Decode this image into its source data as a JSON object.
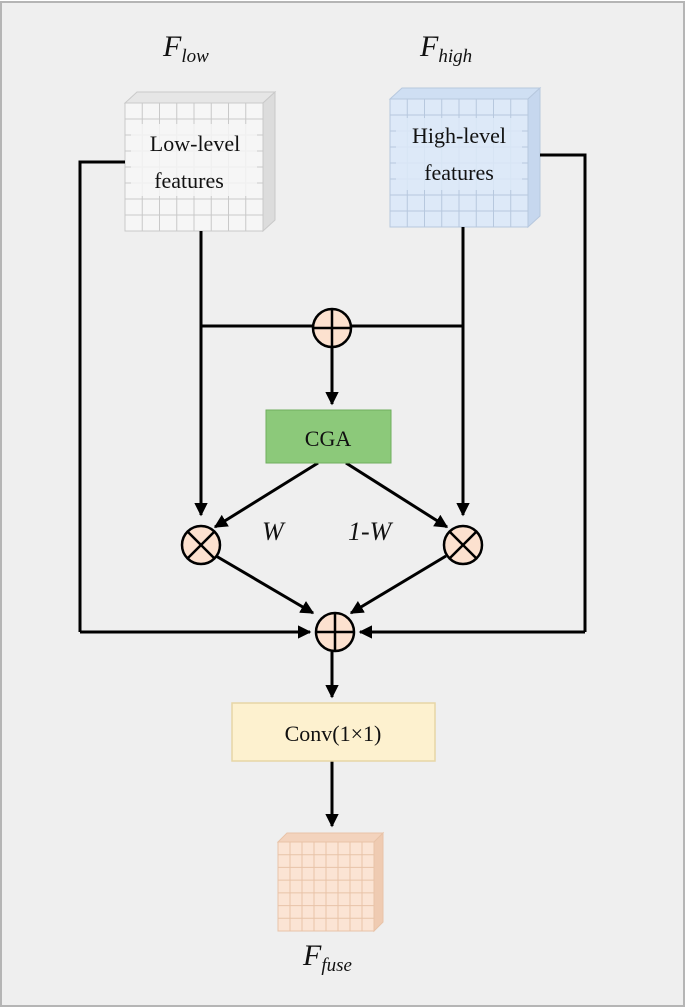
{
  "labels": {
    "f_low": {
      "main": "F",
      "sub": "low"
    },
    "f_high": {
      "main": "F",
      "sub": "high"
    },
    "f_fuse": {
      "main": "F",
      "sub": "fuse"
    }
  },
  "boxes": {
    "low_level": {
      "line1": "Low-level",
      "line2": "features"
    },
    "high_level": {
      "line1": "High-level",
      "line2": "features"
    },
    "cga": "CGA",
    "conv": "Conv(1×1)"
  },
  "weights": {
    "left": "W",
    "right": "1-W"
  },
  "colors": {
    "panel_bg": "#efefef",
    "panel_border": "#b5b5b5",
    "low_cube": "#f6f6f6",
    "low_grid": "#c9c9c9",
    "high_cube": "#dde9f8",
    "high_grid": "#b7c8de",
    "fuse_cube": "#fbe4d4",
    "fuse_grid": "#e8c3a8",
    "cga_fill": "#8cc97a",
    "conv_fill": "#fdf1cf",
    "operator_fill": "#fce1cf"
  },
  "operators": {
    "add": "plus-circle",
    "multiply": "times-circle"
  }
}
